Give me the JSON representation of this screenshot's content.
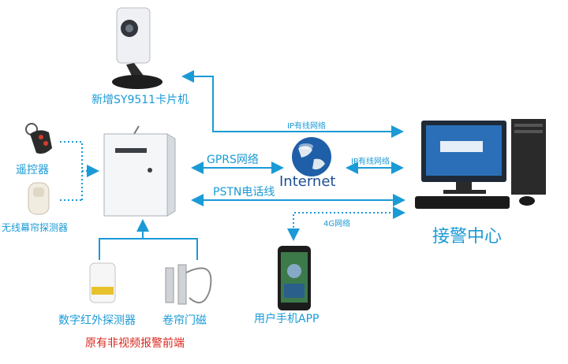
{
  "labels": {
    "camera": "新增SY9511卡片机",
    "remote": "遥控器",
    "curtain_detector": "无线幕帘探测器",
    "pir_detector": "数字红外探测器",
    "door_contact": "卷帘门磁",
    "frontend_note": "原有非视频报警前端",
    "app": "用户手机APP",
    "center": "接警中心",
    "internet": "Internet",
    "gprs": "GPRS网络",
    "pstn": "PSTN电话线",
    "ip_top": "IP有线网络",
    "ip_right": "IP有线网络",
    "g4": "4G网络"
  },
  "colors": {
    "accent": "#1a9ad6",
    "note": "#d9261c"
  }
}
